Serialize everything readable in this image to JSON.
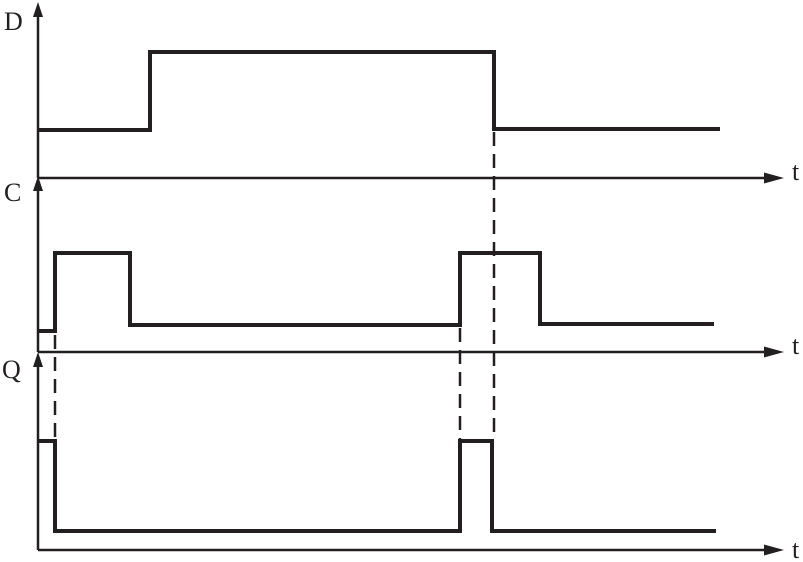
{
  "signals": [
    {
      "key": "d",
      "label": "D"
    },
    {
      "key": "c",
      "label": "C"
    },
    {
      "key": "q",
      "label": "Q"
    }
  ],
  "time_label": "t",
  "colors": {
    "ink": "#231f20",
    "background": "#ffffff"
  }
}
